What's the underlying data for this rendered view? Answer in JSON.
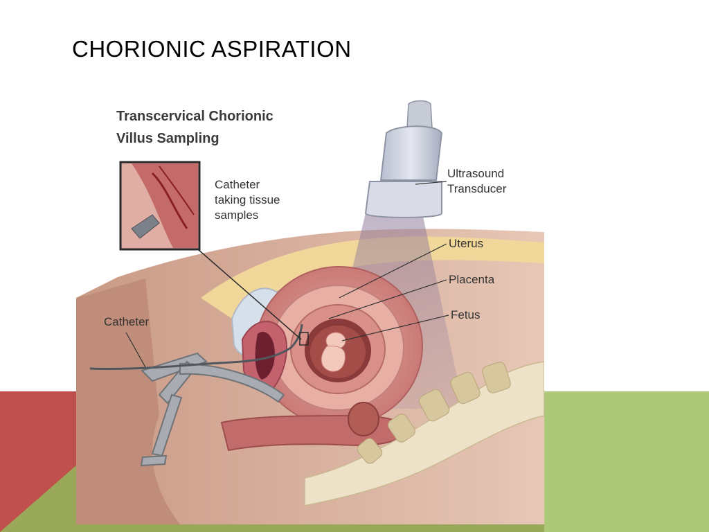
{
  "slide": {
    "title": "CHORIONIC ASPIRATION",
    "colors": {
      "red": "#c0504d",
      "green": "#aec87a",
      "olive": "#9aa85a",
      "background": "#ffffff"
    }
  },
  "figure": {
    "title_lines": [
      "Transcervical Chorionic",
      "Villus Sampling"
    ],
    "labels": {
      "catheter_sample_lines": [
        "Catheter",
        "taking tissue",
        "samples"
      ],
      "ultrasound_lines": [
        "Ultrasound",
        "Transducer"
      ],
      "uterus": "Uterus",
      "placenta": "Placenta",
      "fetus": "Fetus",
      "catheter": "Catheter"
    }
  }
}
